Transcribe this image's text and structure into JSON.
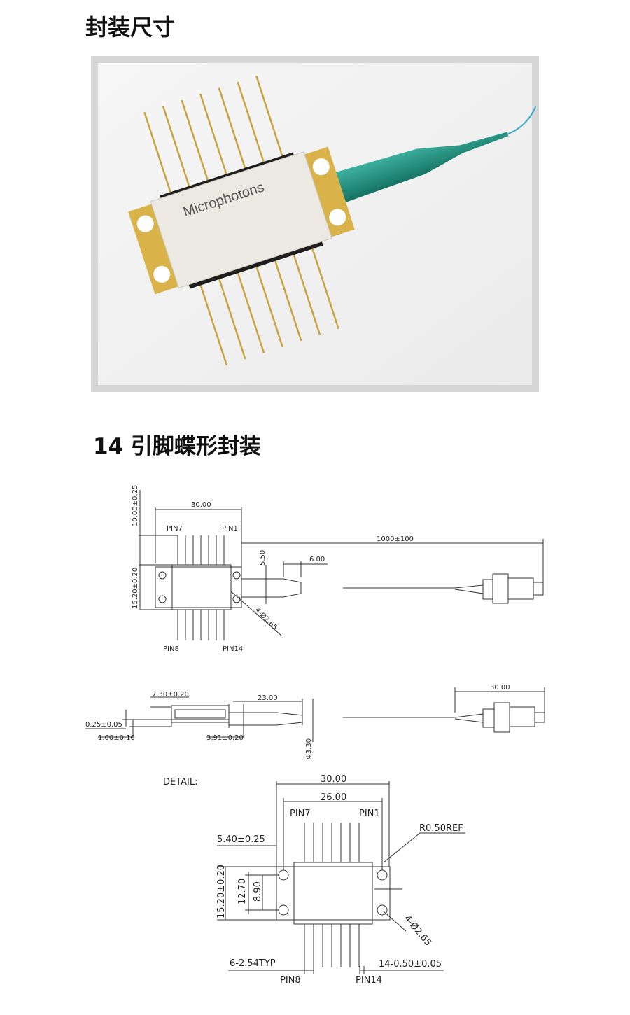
{
  "section1": {
    "title": "封装尺寸"
  },
  "photo": {
    "brand_text": "Microphotons",
    "colors": {
      "gold": "#d9b24a",
      "body": "#ece9e2",
      "boot": "#1f8f80",
      "fiber": "#38a7c9"
    }
  },
  "section2": {
    "title": "14 引脚蝶形封装"
  },
  "drawing_top": {
    "width": "30.00",
    "pin7": "PIN7",
    "pin1": "PIN1",
    "pin8": "PIN8",
    "pin14": "PIN14",
    "pin_length": "10.00±0.25",
    "body_height": "15.20±0.20",
    "fiber_length": "1000±100",
    "boot_height": "5.50",
    "boot_length": "6.00",
    "holes": "4-Ø2.65"
  },
  "drawing_side": {
    "height": "7.30±0.20",
    "boot_length": "23.00",
    "pin_thick": "0.25±0.05",
    "pin_offset": "1.00±0.10",
    "offset": "3.91±0.20",
    "boot_dia": "Φ3.30",
    "connector_length": "30.00"
  },
  "drawing_detail": {
    "label": "DETAIL:",
    "width": "30.00",
    "hole_span": "26.00",
    "pin7": "PIN7",
    "pin1": "PIN1",
    "pin_offset": "5.40±0.25",
    "radius": "R0.50REF",
    "height": "15.20±0.20",
    "inner_height": "12.70",
    "hole_spacing": "8.90",
    "holes": "4-Ø2.65",
    "pitch": "6-2.54TYP",
    "pin_width": "14-0.50±0.05",
    "pin8": "PIN8",
    "pin14": "PIN14"
  }
}
